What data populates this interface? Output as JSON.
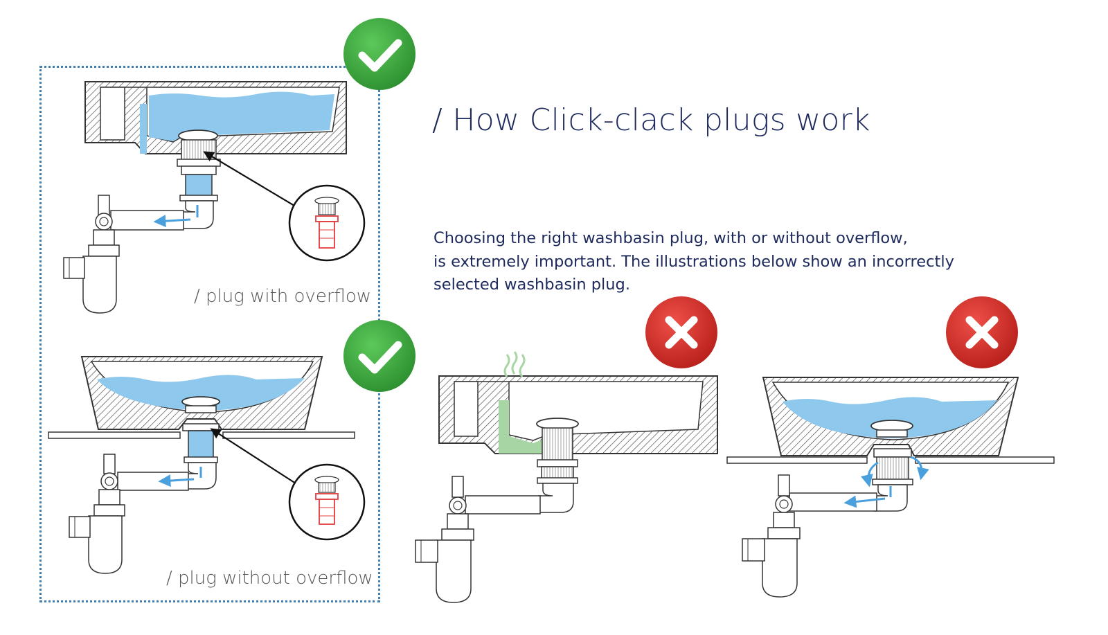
{
  "heading": "/ How Click-clack plugs work",
  "intro_lines": [
    "Choosing the right washbasin plug, with or without overflow,",
    "is extremely important. The illustrations below show an incorrectly",
    "selected washbasin plug."
  ],
  "captions": {
    "with_overflow": "/ plug with overflow",
    "without_overflow": "/ plug without overflow"
  },
  "badges": {
    "correct": "check-icon",
    "incorrect": "cross-icon"
  },
  "colors": {
    "water": "#8ec8ec",
    "sewer_gas": "#a7d6a4",
    "correct_badge": "#3aa53a",
    "incorrect_badge": "#d9322b",
    "heading_text": "#1e2a5c",
    "frame_border": "#3f7fb5",
    "plug_highlight": "#e23b3b"
  }
}
